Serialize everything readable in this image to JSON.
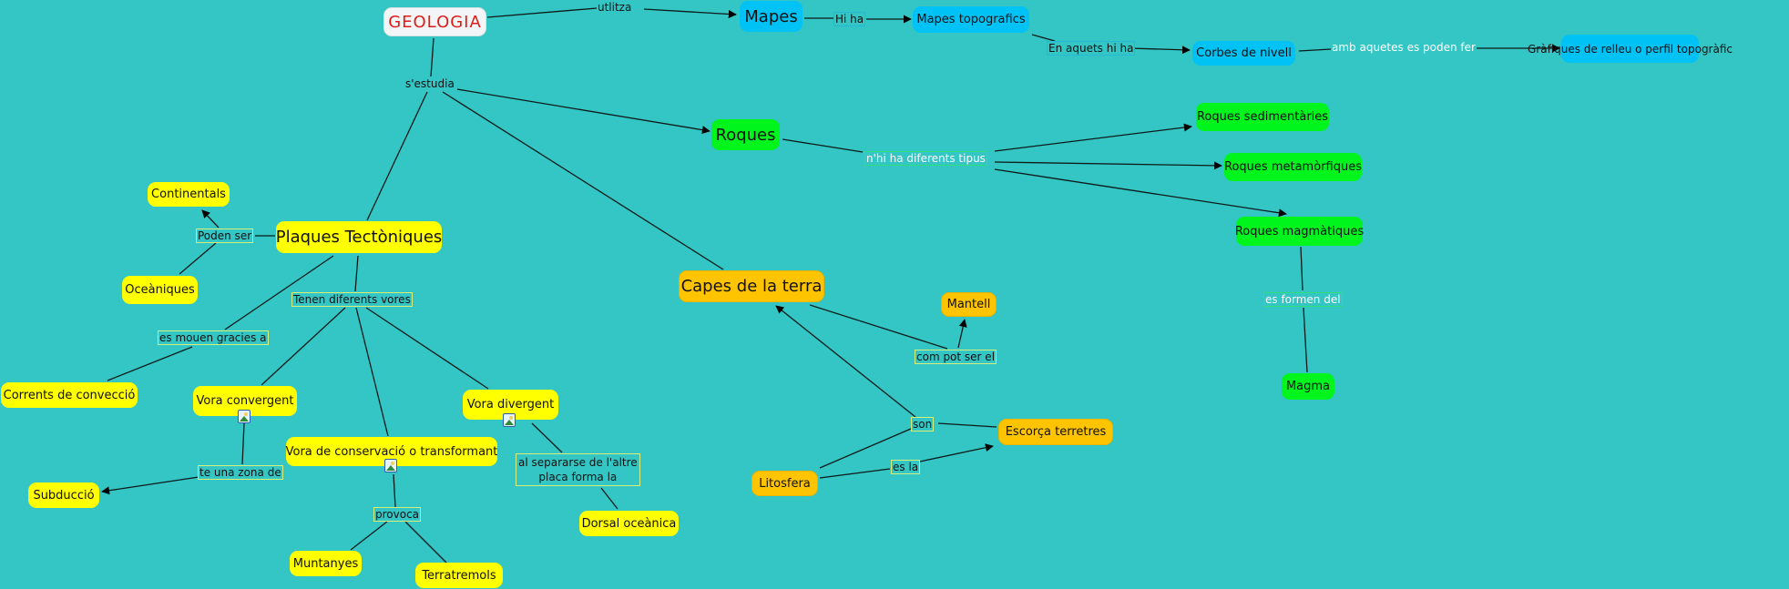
{
  "title": "Mapa conceptual GEOLOGIA",
  "colors": {
    "background": "#33c6c4",
    "root": "#f3f6f6",
    "root_text": "#e01b1b",
    "maps": "#00c2f5",
    "rocks": "#00f51d",
    "tectonics": "#ffff00",
    "layers": "#ffc400"
  },
  "nodes": {
    "geologia": "GEOLOGIA",
    "mapes": "Mapes",
    "mapes_topografics": "Mapes topografics",
    "corbes_nivell": "Corbes de nivell",
    "grafiques_relleu": "Gràfiques de relleu o perfil topogràfic",
    "roques": "Roques",
    "roques_sedimentaries": "Roques sedimentàries",
    "roques_metamorfiques": "Roques metamòrfiques",
    "roques_magmatiques": "Roques magmàtiques",
    "magma": "Magma",
    "plaques_tectoniques": "Plaques Tectòniques",
    "continentals": "Continentals",
    "oceaniques": "Oceàniques",
    "corrents_conveccio": "Corrents de convecció",
    "vora_convergent": "Vora convergent",
    "vora_divergent": "Vora divergent",
    "vora_conservacio": "Vora de conservació o transformant",
    "subduccio": "Subducció",
    "muntanyes": "Muntanyes",
    "terratremols": "Terratremols",
    "dorsal_oceanica": "Dorsal oceànica",
    "capes_terra": "Capes de la terra",
    "mantell": "Mantell",
    "escorca_terretres": "Escorça terretres",
    "litosfera": "Litosfera"
  },
  "links": {
    "utlitza": "utlitza",
    "hi_ha": "Hi ha",
    "en_aquets_hi_ha": "En aquets hi ha",
    "amb_aquetes": "amb aquetes es poden fer",
    "s_estudia": "s'estudia",
    "n_hi_ha_diferents_tipus": "n'hi ha diferents tipus",
    "es_formen_del": "es formen del",
    "poden_ser": "Poden ser",
    "tenen_diferents_vores": "Tenen diferents vores",
    "es_mouen_gracies_a": "es mouen gracies a",
    "te_una_zona_de": "te una zona de",
    "provoca": "provoca",
    "al_separarse_line1": "al separarse de l'altre",
    "al_separarse_line2": "placa forma la",
    "com_pot_ser_el": "com pot ser el",
    "son": "son",
    "es_la": "es la"
  },
  "icons": {
    "image_attachment": "image-icon"
  }
}
